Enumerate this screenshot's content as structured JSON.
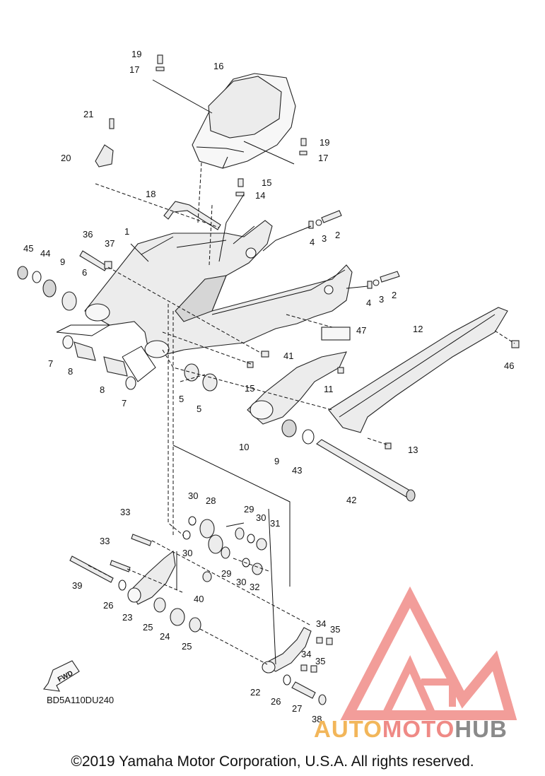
{
  "diagram_code": "BD5A110DU240",
  "copyright": "©2019 Yamaha Motor Corporation, U.S.A. All rights reserved.",
  "fwd_label": "FWD",
  "watermark": {
    "part1": "AUTO",
    "part2": "MOTO",
    "part3": "HUB",
    "colors": {
      "auto": "#f2b65a",
      "moto": "#ef8a86",
      "hub": "#8a8a8a",
      "logo": "#f08c88"
    }
  },
  "callouts": [
    {
      "n": "1"
    },
    {
      "n": "2"
    },
    {
      "n": "2"
    },
    {
      "n": "3"
    },
    {
      "n": "3"
    },
    {
      "n": "4"
    },
    {
      "n": "4"
    },
    {
      "n": "5"
    },
    {
      "n": "5"
    },
    {
      "n": "6"
    },
    {
      "n": "7"
    },
    {
      "n": "7"
    },
    {
      "n": "8"
    },
    {
      "n": "8"
    },
    {
      "n": "9"
    },
    {
      "n": "9"
    },
    {
      "n": "10"
    },
    {
      "n": "11"
    },
    {
      "n": "12"
    },
    {
      "n": "13"
    },
    {
      "n": "14"
    },
    {
      "n": "15"
    },
    {
      "n": "15"
    },
    {
      "n": "16"
    },
    {
      "n": "17"
    },
    {
      "n": "17"
    },
    {
      "n": "18"
    },
    {
      "n": "19"
    },
    {
      "n": "19"
    },
    {
      "n": "20"
    },
    {
      "n": "21"
    },
    {
      "n": "22"
    },
    {
      "n": "23"
    },
    {
      "n": "24"
    },
    {
      "n": "25"
    },
    {
      "n": "25"
    },
    {
      "n": "26"
    },
    {
      "n": "26"
    },
    {
      "n": "27"
    },
    {
      "n": "28"
    },
    {
      "n": "29"
    },
    {
      "n": "29"
    },
    {
      "n": "30"
    },
    {
      "n": "30"
    },
    {
      "n": "30"
    },
    {
      "n": "30"
    },
    {
      "n": "31"
    },
    {
      "n": "32"
    },
    {
      "n": "33"
    },
    {
      "n": "33"
    },
    {
      "n": "34"
    },
    {
      "n": "34"
    },
    {
      "n": "35"
    },
    {
      "n": "35"
    },
    {
      "n": "36"
    },
    {
      "n": "37"
    },
    {
      "n": "38"
    },
    {
      "n": "39"
    },
    {
      "n": "40"
    },
    {
      "n": "41"
    },
    {
      "n": "42"
    },
    {
      "n": "43"
    },
    {
      "n": "44"
    },
    {
      "n": "45"
    },
    {
      "n": "46"
    },
    {
      "n": "47"
    }
  ]
}
